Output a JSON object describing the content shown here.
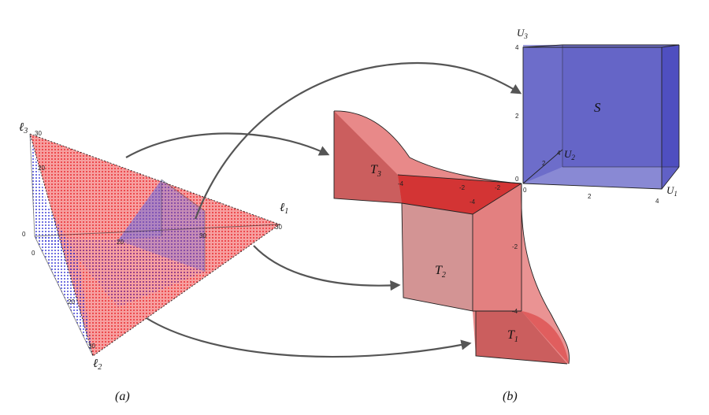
{
  "panel_a": {
    "caption": "(a)",
    "axis_l1": "ℓ",
    "axis_l1_sub": "1",
    "axis_l2": "ℓ",
    "axis_l2_sub": "2",
    "axis_l3": "ℓ",
    "axis_l3_sub": "3",
    "ticks": [
      "0",
      "0",
      "30",
      "30",
      "30",
      "30",
      "20",
      "20",
      "20"
    ],
    "colors": {
      "red_points": "#e8262b",
      "blue_points": "#2a2ad0",
      "red_fill": "#f26b6b",
      "blue_fill": "#6a6ae0"
    }
  },
  "panel_b": {
    "caption": "(b)",
    "region_S": "S",
    "region_T1": "T",
    "region_T1_sub": "1",
    "region_T2": "T",
    "region_T2_sub": "2",
    "region_T3": "T",
    "region_T3_sub": "3",
    "axis_U1": "U",
    "axis_U1_sub": "1",
    "axis_U2": "U",
    "axis_U2_sub": "2",
    "axis_U3": "U",
    "axis_U3_sub": "3",
    "cube_ticks": [
      "4",
      "2",
      "0",
      "2",
      "4",
      "4",
      "2",
      "0"
    ],
    "neg_ticks": [
      "-4",
      "-2",
      "-2",
      "-4",
      "-2",
      "-4"
    ],
    "colors": {
      "cube": "#3a3ab8",
      "sets": "#d83a3a"
    }
  }
}
